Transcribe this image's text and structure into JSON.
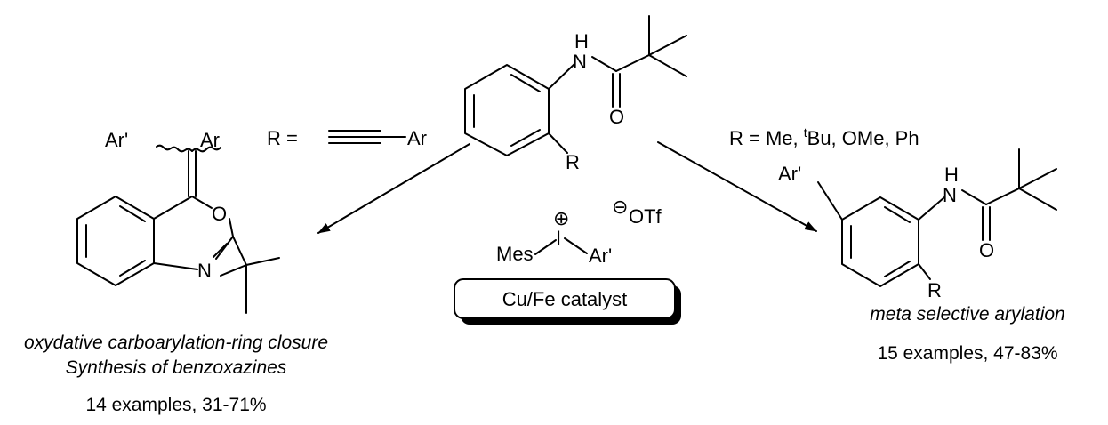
{
  "scheme": {
    "substrate": {
      "atom_nh": "H",
      "atom_n": "N",
      "atom_o": "O",
      "atom_r": "R"
    },
    "left_condition": {
      "r_equals": "R =",
      "ar": "Ar",
      "ar_prime": "Ar'"
    },
    "left_product": {
      "atom_o": "O",
      "atom_n": "N",
      "caption_line1": "oxydative carboarylation-ring closure",
      "caption_line2": "Synthesis of benzoxazines",
      "examples": "14 examples, 31-71%"
    },
    "reagent": {
      "mes": "Mes",
      "iodine": "I",
      "ar_prime": "Ar'",
      "plus": "⊕",
      "minus": "⊖",
      "otf": "OTf",
      "catalyst": "Cu/Fe catalyst"
    },
    "right_condition": {
      "r_prefix": "R = Me, ",
      "t_sup": "t",
      "r_suffix": "Bu, OMe, Ph"
    },
    "right_product": {
      "ar_prime": "Ar'",
      "atom_nh": "H",
      "atom_n": "N",
      "atom_o": "O",
      "atom_r": "R",
      "caption": "meta selective arylation",
      "examples": "15 examples, 47-83%"
    }
  }
}
